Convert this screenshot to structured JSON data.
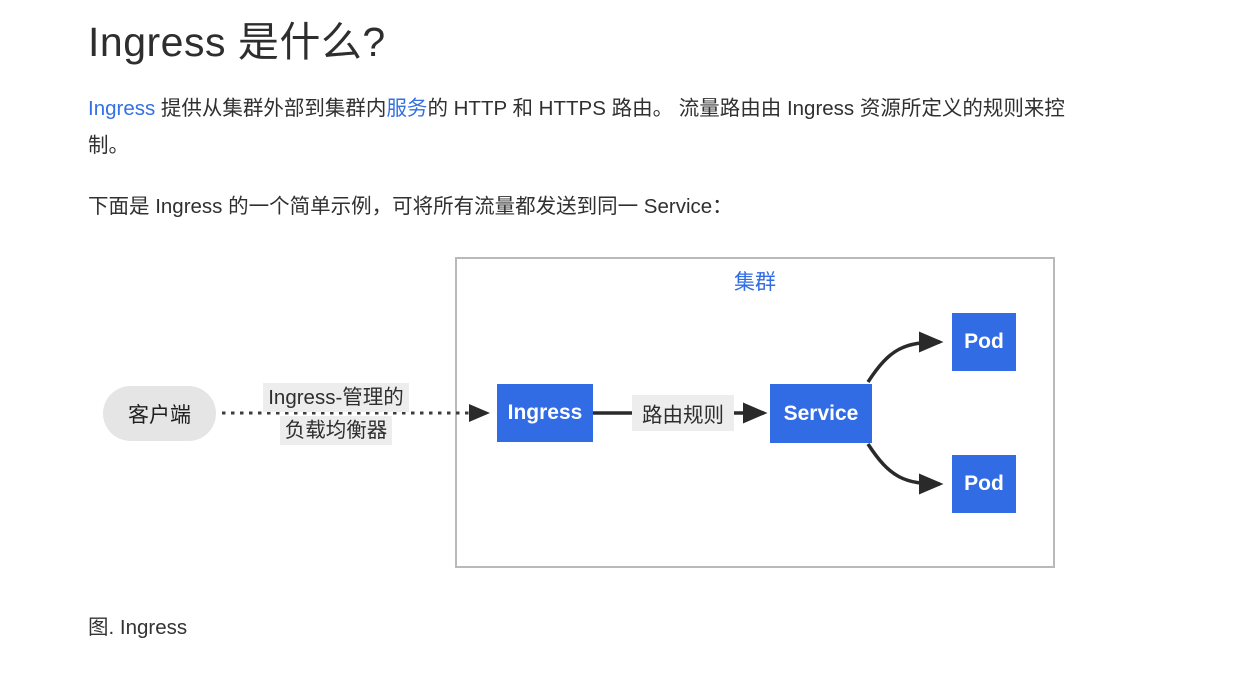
{
  "page": {
    "title": "Ingress 是什么?",
    "intro": {
      "link1": "Ingress",
      "text1": " 提供从集群外部到集群内",
      "link2": "服务",
      "text2": "的 HTTP 和 HTTPS 路由。 流量路由由 Ingress 资源所定义的规则来控制。"
    },
    "example_intro": "下面是 Ingress 的一个简单示例，可将所有流量都发送到同一 Service：",
    "caption": "图. Ingress"
  },
  "diagram": {
    "cluster_label": "集群",
    "client_label": "客户端",
    "lb_label_line1": "Ingress-管理的",
    "lb_label_line2": "负载均衡器",
    "ingress_label": "Ingress",
    "routing_label": "路由规则",
    "service_label": "Service",
    "pod_top_label": "Pod",
    "pod_bottom_label": "Pod"
  },
  "colors": {
    "node_blue": "#326ce5",
    "link_blue": "#3371e3",
    "cluster_border": "#b9b9b9",
    "label_bg": "#ededed",
    "client_bg": "#e5e5e5",
    "arrow_dark": "#2a2a2a",
    "text_dark": "#303030"
  }
}
